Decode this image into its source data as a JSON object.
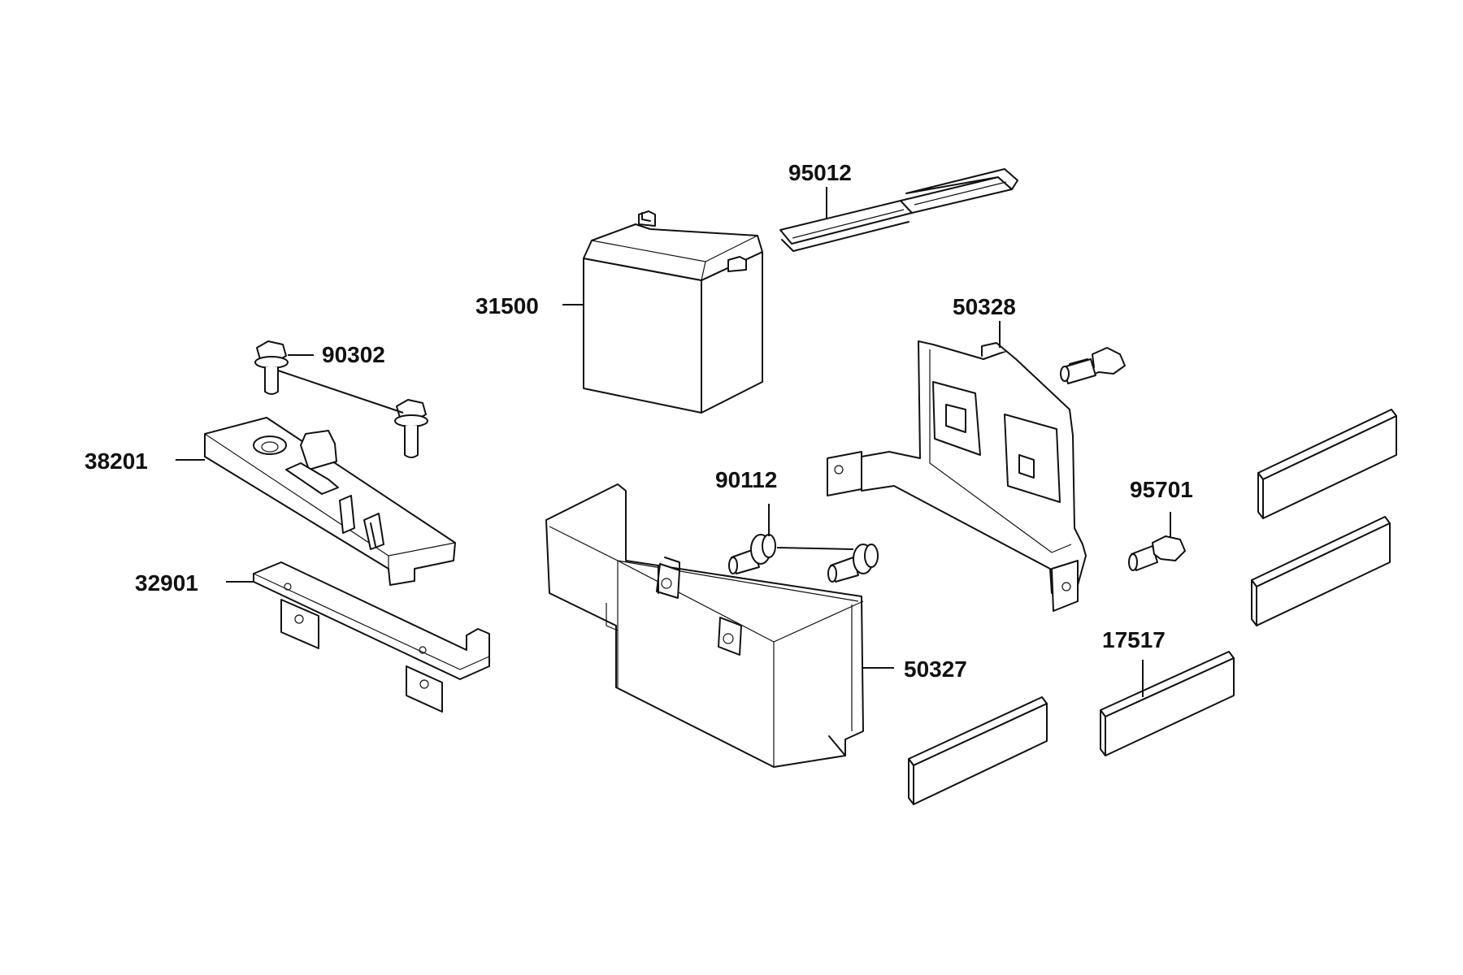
{
  "labels": {
    "p95012": "95012",
    "p31500": "31500",
    "p90302": "90302",
    "p38201": "38201",
    "p32901": "32901",
    "p50328": "50328",
    "p90112": "90112",
    "p95701": "95701",
    "p50327": "50327",
    "p17517": "17517"
  },
  "colors": {
    "line": "#111111",
    "background": "#ffffff",
    "shade": "#d9d9d9"
  }
}
